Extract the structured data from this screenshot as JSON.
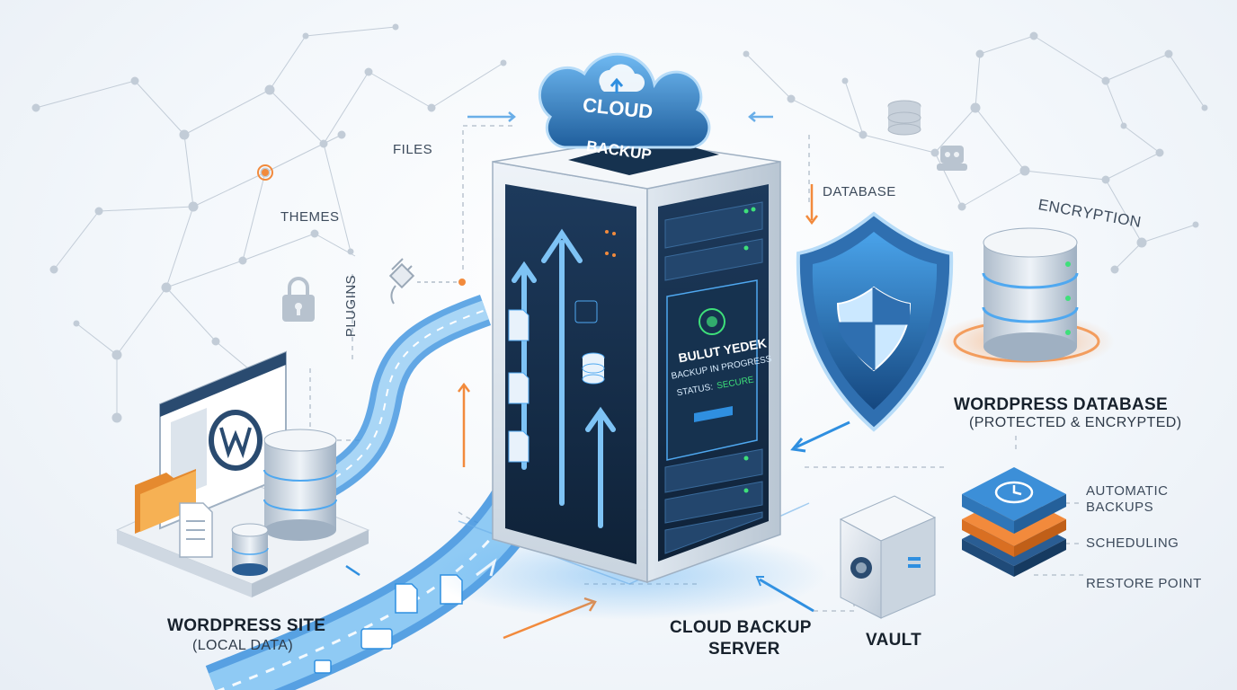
{
  "colors": {
    "accent_blue": "#2f8fe0",
    "dark_navy": "#16324f",
    "accent_orange": "#f28a3c",
    "status_green": "#3ee07a"
  },
  "cloud": {
    "line1": "CLOUD",
    "line2": "BACKUP"
  },
  "server_screen": {
    "title": "BULUT YEDEK",
    "progress": "BACKUP IN PROGRESS",
    "status_label": "STATUS:",
    "status_value": "SECURE"
  },
  "content_labels": {
    "files": "FILES",
    "themes": "THEMES",
    "plugins": "PLUGINS",
    "database": "DATABASE",
    "encryption": "ENCRYPTION"
  },
  "nodes": {
    "wordpress_site": {
      "title": "WORDPRESS SITE",
      "subtitle": "(LOCAL DATA)"
    },
    "cloud_server": {
      "line1": "CLOUD BACKUP",
      "line2": "SERVER"
    },
    "vault": {
      "title": "VAULT"
    },
    "wp_database": {
      "title": "WORDPRESS DATABASE",
      "subtitle": "(PROTECTED & ENCRYPTED)"
    }
  },
  "features": [
    {
      "line1": "AUTOMATIC",
      "line2": "BACKUPS"
    },
    {
      "line1": "SCHEDULING",
      "line2": ""
    },
    {
      "line1": "RESTORE POINT",
      "line2": ""
    }
  ],
  "icons": {
    "cloud_upload": "cloud-upload-icon",
    "shield": "shield-icon",
    "lock": "lock-icon",
    "plug": "plug-icon",
    "database": "database-icon",
    "safe": "safe-icon",
    "folder": "folder-icon",
    "document": "document-icon",
    "wordpress": "wordpress-logo-icon"
  }
}
